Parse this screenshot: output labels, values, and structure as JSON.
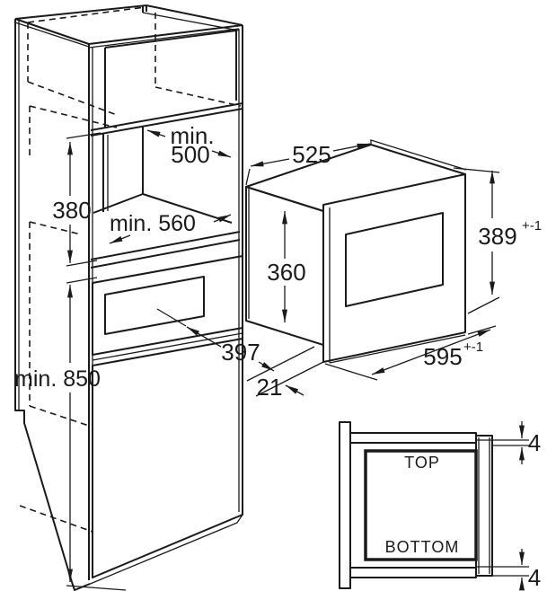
{
  "figure": {
    "title": "built-in-microwave-installation-diagram",
    "cabinet": {
      "niche_depth_prefix": "min.",
      "niche_depth_value": "500",
      "niche_height": "380",
      "niche_width": "min. 560",
      "floor_clearance": "min. 850",
      "door_reference": "397"
    },
    "appliance": {
      "body_width": "525",
      "body_height": "360",
      "front_height": "389",
      "front_height_tolerance": "+-1",
      "front_width": "595",
      "front_width_tolerance": "+-1",
      "frame_overlap": "21"
    },
    "detail_view": {
      "top_label": "TOP",
      "bottom_label": "BOTTOM",
      "top_gap": "4",
      "bottom_gap": "4"
    },
    "colors": {
      "line": "#1a1a1a",
      "background": "#ffffff"
    }
  }
}
